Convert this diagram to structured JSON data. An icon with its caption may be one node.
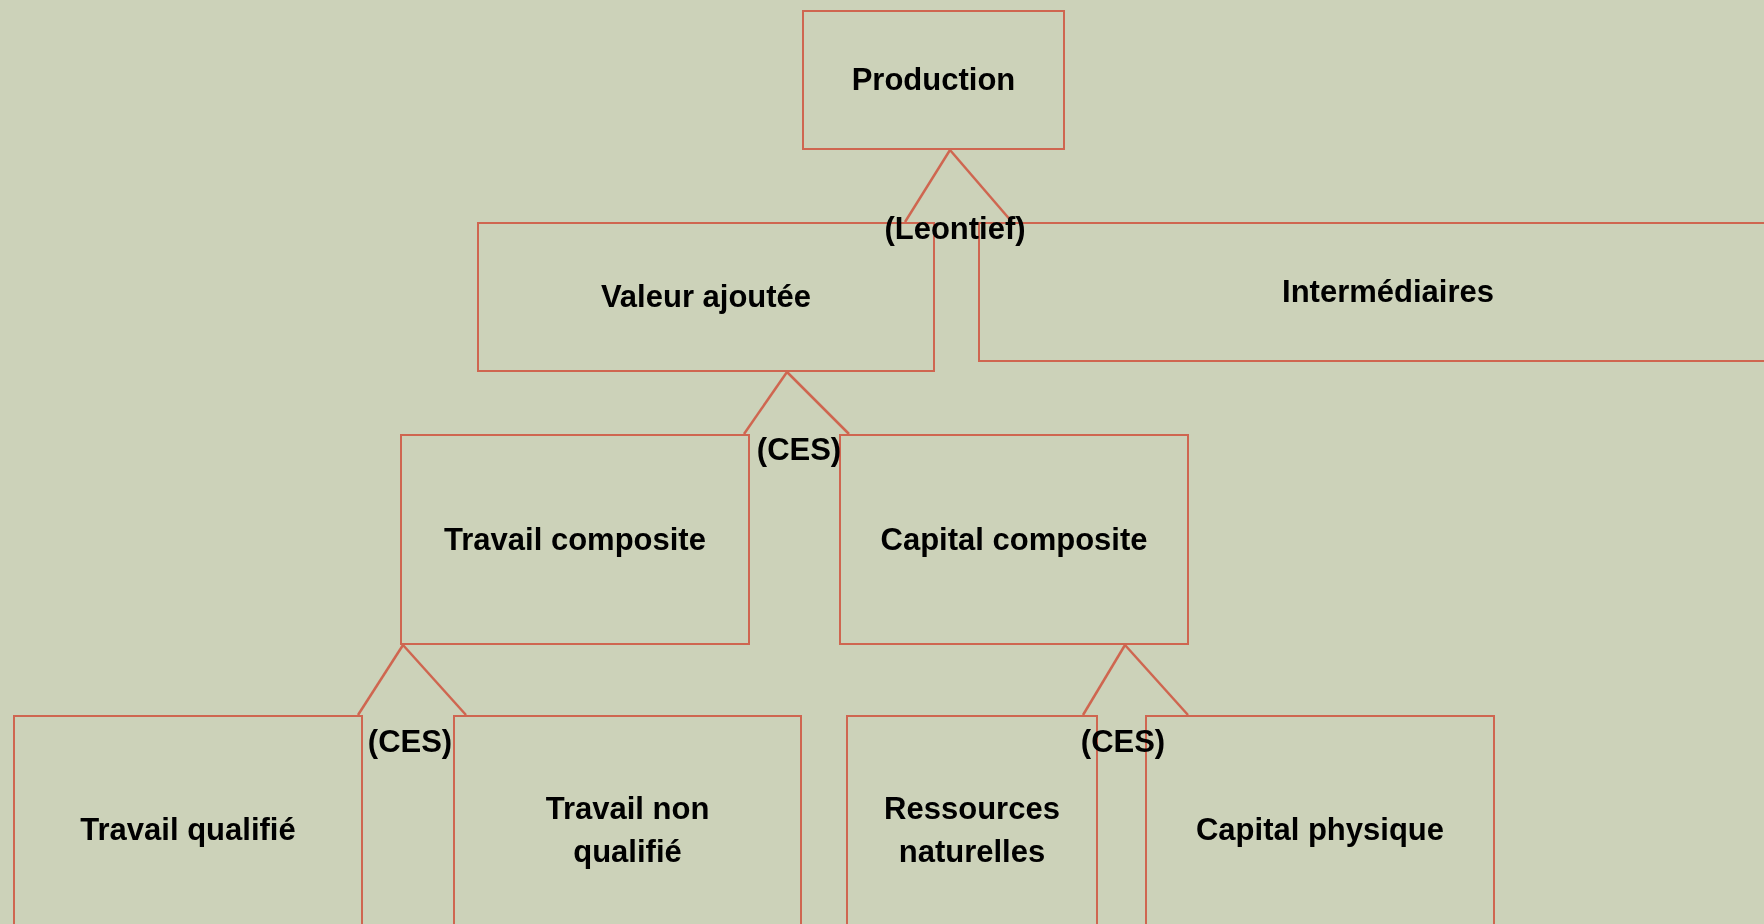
{
  "diagram": {
    "nodes": [
      {
        "text": [
          "Production"
        ]
      },
      {
        "text": [
          "Valeur ajoutée"
        ]
      },
      {
        "text": [
          "Intermédiaires"
        ]
      },
      {
        "text": [
          "Travail composite"
        ]
      },
      {
        "text": [
          "Capital composite"
        ]
      },
      {
        "text": [
          "Travail qualifié"
        ]
      },
      {
        "text": [
          "Travail non qualifié"
        ]
      },
      {
        "text": [
          "Ressources naturelles"
        ]
      },
      {
        "text": [
          "Capital physique"
        ]
      }
    ],
    "edges": [
      {
        "from": 0,
        "to": 1,
        "arrow": "none"
      },
      {
        "from": 0,
        "to": 2,
        "arrow": "none"
      },
      {
        "from": 1,
        "to": 3,
        "arrow": "none"
      },
      {
        "from": 1,
        "to": 4,
        "arrow": "none"
      },
      {
        "from": 3,
        "to": 5,
        "arrow": "none"
      },
      {
        "from": 3,
        "to": 6,
        "arrow": "none"
      },
      {
        "from": 4,
        "to": 7,
        "arrow": "none"
      },
      {
        "from": 4,
        "to": 8,
        "arrow": "none"
      }
    ],
    "labels": [
      "(Leontief)",
      "(CES)",
      "(CES)",
      "(CES)"
    ]
  }
}
